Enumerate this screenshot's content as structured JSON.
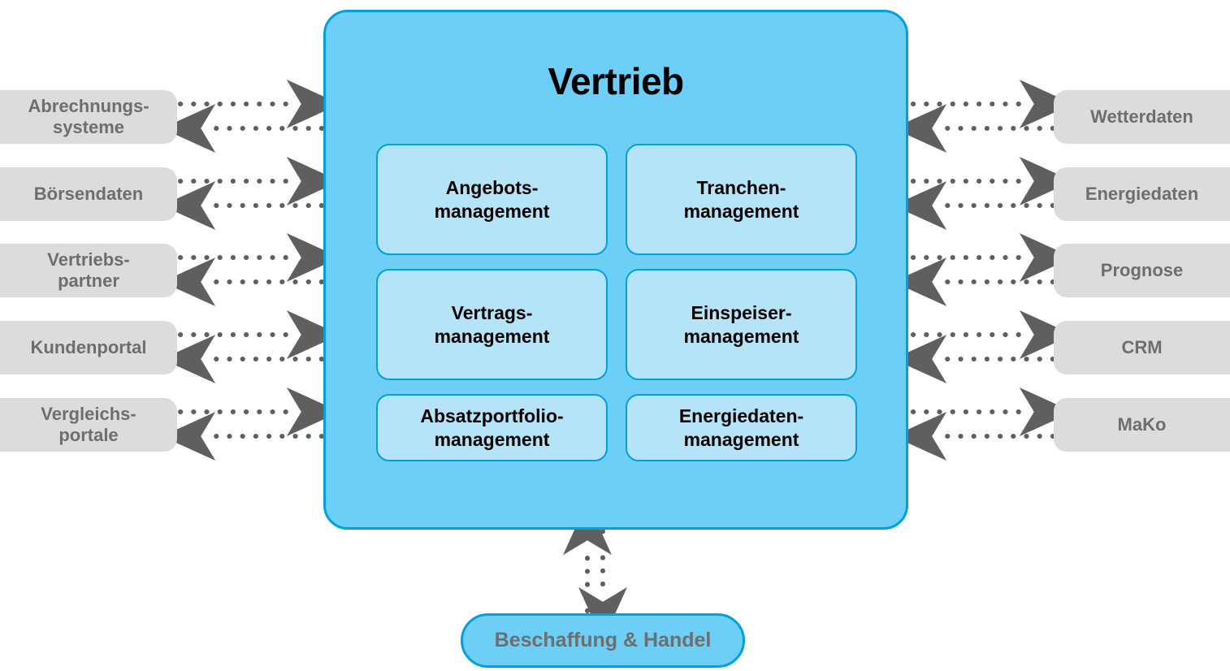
{
  "diagram": {
    "title": "Vertrieb",
    "center": {
      "label": "Vertrieb",
      "modules": [
        {
          "id": "angebotsmanagement",
          "line1": "Angebots-",
          "line2": "management"
        },
        {
          "id": "tranchenmanagement",
          "line1": "Tranchen-",
          "line2": "management"
        },
        {
          "id": "vertragsmanagement",
          "line1": "Vertrags-",
          "line2": "management"
        },
        {
          "id": "einspeisermanagement",
          "line1": "Einspeiser-",
          "line2": "management"
        },
        {
          "id": "absatzportfoliomanagement",
          "line1": "Absatzportfolio-",
          "line2": "management"
        },
        {
          "id": "energiedatenmanagement",
          "line1": "Energiedaten-",
          "line2": "management"
        }
      ]
    },
    "left_nodes": [
      {
        "id": "abrechnungssysteme",
        "line1": "Abrechnungs-",
        "line2": "systeme"
      },
      {
        "id": "boersendaten",
        "line1": "Börsendaten",
        "line2": ""
      },
      {
        "id": "vertriebspartner",
        "line1": "Vertriebs-",
        "line2": "partner"
      },
      {
        "id": "kundenportal",
        "line1": "Kundenportal",
        "line2": ""
      },
      {
        "id": "vergleichsportale",
        "line1": "Vergleichs-",
        "line2": "portale"
      }
    ],
    "right_nodes": [
      {
        "id": "wetterdaten",
        "line1": "Wetterdaten",
        "line2": ""
      },
      {
        "id": "energiedaten",
        "line1": "Energiedaten",
        "line2": ""
      },
      {
        "id": "prognose",
        "line1": "Prognose",
        "line2": ""
      },
      {
        "id": "crm",
        "line1": "CRM",
        "line2": ""
      },
      {
        "id": "mako",
        "line1": "MaKo",
        "line2": ""
      }
    ],
    "bottom_node": {
      "id": "beschaffung-handel",
      "label": "Beschaffung & Handel"
    },
    "colors": {
      "main_fill": "#6DCFF6",
      "main_border": "#00A0E3",
      "inner_fill": "#B5E3F7",
      "pill_fill": "#DCDCDC",
      "pill_text": "#6E6E6E",
      "connector": "#5F5F5F",
      "title_text": "#000000"
    },
    "connector_style": "bidirectional-dotted-arrow"
  }
}
